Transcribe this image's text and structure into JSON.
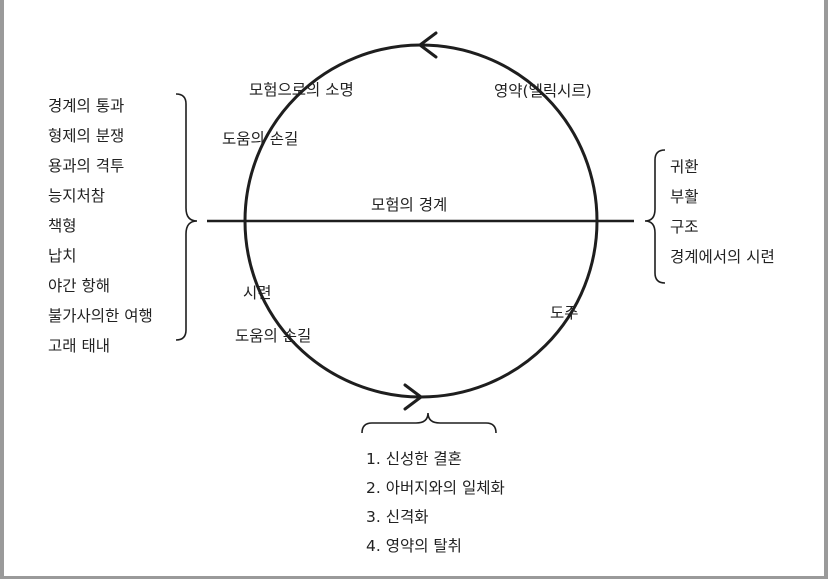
{
  "diagram": {
    "cycle_labels": {
      "call_to_adventure": "모험으로의 소명",
      "elixir": "영약(엘릭시르)",
      "supernatural_aid_top": "도움의 손길",
      "threshold": "모험의 경계",
      "trials": "시련",
      "supernatural_aid_bottom": "도움의 손길",
      "flight": "도주"
    },
    "left_list": [
      "경계의 통과",
      "형제의 분쟁",
      "용과의 격투",
      "능지처참",
      "책형",
      "납치",
      "야간 항해",
      "불가사의한 여행",
      "고래 태내"
    ],
    "right_list": [
      "귀환",
      "부활",
      "구조",
      "경계에서의 시련"
    ],
    "bottom_list": [
      "1. 신성한 결혼",
      "2. 아버지와의 일체화",
      "3. 신격화",
      "4. 영약의 탈취"
    ],
    "colors": {
      "line": "#1e1e1e",
      "text": "#222222",
      "frame": "#9a9a9a"
    }
  }
}
